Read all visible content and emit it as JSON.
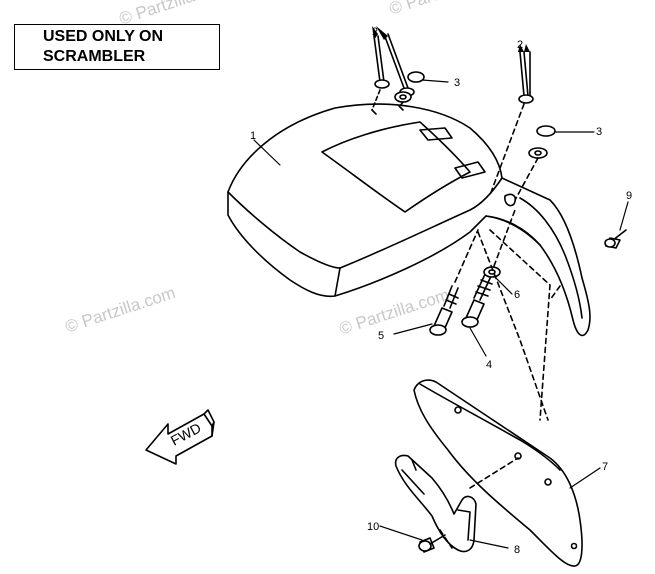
{
  "note": {
    "line1": "USED ONLY ON",
    "line2": "SCRAMBLER"
  },
  "watermark": {
    "text": "© Partzilla.com"
  },
  "direction_arrow": {
    "label": "FWD"
  },
  "callouts": {
    "fender": "1",
    "bolt_top_left": "2",
    "bolt_top_right": "2",
    "washer_left": "3",
    "washer_right": "3",
    "bolt_4": "4",
    "bolt_5": "5",
    "collar_6": "6",
    "number_plate": "7",
    "bracket": "8",
    "screw_9": "9",
    "bolt_10": "10"
  }
}
